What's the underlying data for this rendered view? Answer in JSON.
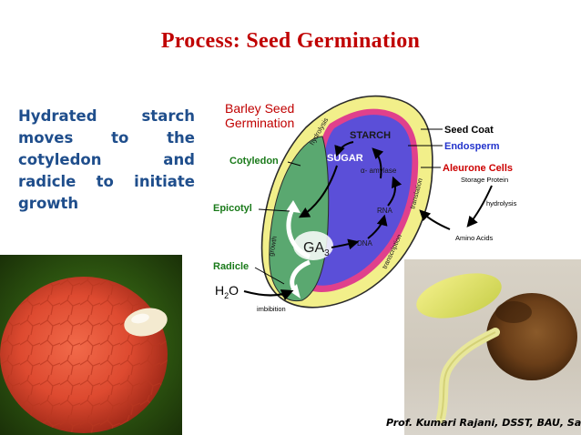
{
  "slide": {
    "title": "Process: Seed Germination",
    "body_text": "Hydrated starch moves to the cotyledon and radicle to initiate growth",
    "credit": "Prof. Kumari Rajani, DSST, BAU, Sabour"
  },
  "diagram": {
    "heading_line1": "Barley Seed",
    "heading_line2": "Germination",
    "labels": {
      "seed_coat": "Seed Coat",
      "endosperm": "Endosperm",
      "aleurone": "Aleurone Cells",
      "storage_protein": "Storage Protein",
      "hydrolysis_right": "hydrolysis",
      "amino_acids": "Amino Acids",
      "cotyledon": "Cotyledon",
      "epicotyl": "Epicotyl",
      "radicle": "Radicle",
      "h2o_main": "H",
      "h2o_sub": "2",
      "h2o_end": "O",
      "imbibition": "imbibition",
      "starch": "STARCH",
      "sugar": "SUGAR",
      "amylase": "α- amylase",
      "rna": "RNA",
      "dna": "DNA",
      "ga_main": "GA",
      "ga_sub": "3",
      "hydrolysis_arc": "hydrolysis",
      "growth": "growth",
      "translation": "translation",
      "transcription": "transcription"
    },
    "colors": {
      "seed_coat": "#f2ef8a",
      "cotyledon": "#5aa870",
      "endosperm": "#5b4fd8",
      "aleurone": "#e0408c",
      "blue_label": "#2233cc",
      "red_label": "#cc0000",
      "green_label": "#1a7a1a"
    }
  }
}
